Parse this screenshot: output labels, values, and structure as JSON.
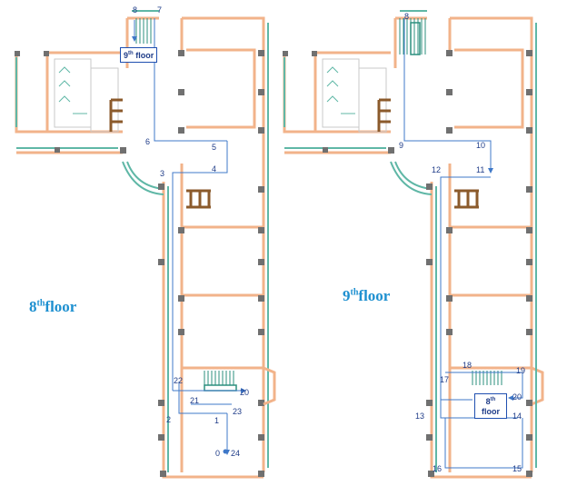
{
  "labels": {
    "left_floor": {
      "num": "8",
      "sup": "th",
      "text": "floor"
    },
    "right_floor": {
      "num": "9",
      "sup": "th",
      "text": "floor"
    },
    "tag_left": {
      "num": "9",
      "sup": "th",
      "text": "floor"
    },
    "tag_right": {
      "num": "8",
      "sup": "th",
      "text": "floor"
    }
  },
  "waypoints_left": [
    "8",
    "7",
    "6",
    "5",
    "4",
    "3",
    "22",
    "21",
    "20",
    "23",
    "2",
    "1",
    "0",
    "24"
  ],
  "waypoints_right": [
    "8",
    "9",
    "10",
    "11",
    "12",
    "17",
    "18",
    "19",
    "20",
    "13",
    "14",
    "16",
    "15"
  ],
  "colors": {
    "wall": "#f2b38a",
    "glass": "#5fb7a6",
    "column": "#707070",
    "path": "#3f78c8",
    "stair": "#2b8f7e",
    "furniture": "#8b5a2b",
    "label": "#1e90d0"
  }
}
